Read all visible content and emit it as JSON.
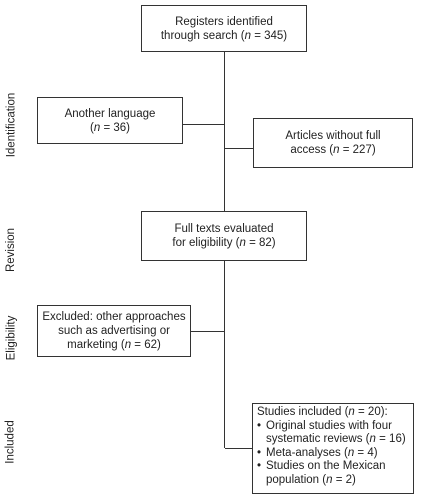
{
  "stages": [
    "Identification",
    "Revision",
    "Eligibility",
    "Included"
  ],
  "boxes": {
    "registers": {
      "line1": "Registers identified",
      "line2_pre": "through search (",
      "n": "n",
      "line2_post": " = 345)"
    },
    "language": {
      "line1": "Another language",
      "line2_pre": "(",
      "n": "n",
      "line2_post": " = 36)"
    },
    "no_access": {
      "line1": "Articles without full",
      "line2_pre": "access (",
      "n": "n",
      "line2_post": " = 227)"
    },
    "full_texts": {
      "line1": "Full texts evaluated",
      "line2_pre": "for eligibility (",
      "n": "n",
      "line2_post": " = 82)"
    },
    "excluded": {
      "line1": "Excluded: other approaches",
      "line2": "such as advertising or",
      "line3_pre": "marketing (",
      "n": "n",
      "line3_post": " = 62)"
    }
  },
  "included": {
    "head_pre": "Studies included (",
    "n": "n",
    "head_post": " = 20):",
    "items": [
      {
        "pre": "Original studies with four systematic reviews (",
        "n": "n",
        "post": " = 16)"
      },
      {
        "pre": "Meta-analyses (",
        "n": "n",
        "post": " = 4)"
      },
      {
        "pre": "Studies on the Mexican population (",
        "n": "n",
        "post": " = 2)"
      }
    ]
  }
}
